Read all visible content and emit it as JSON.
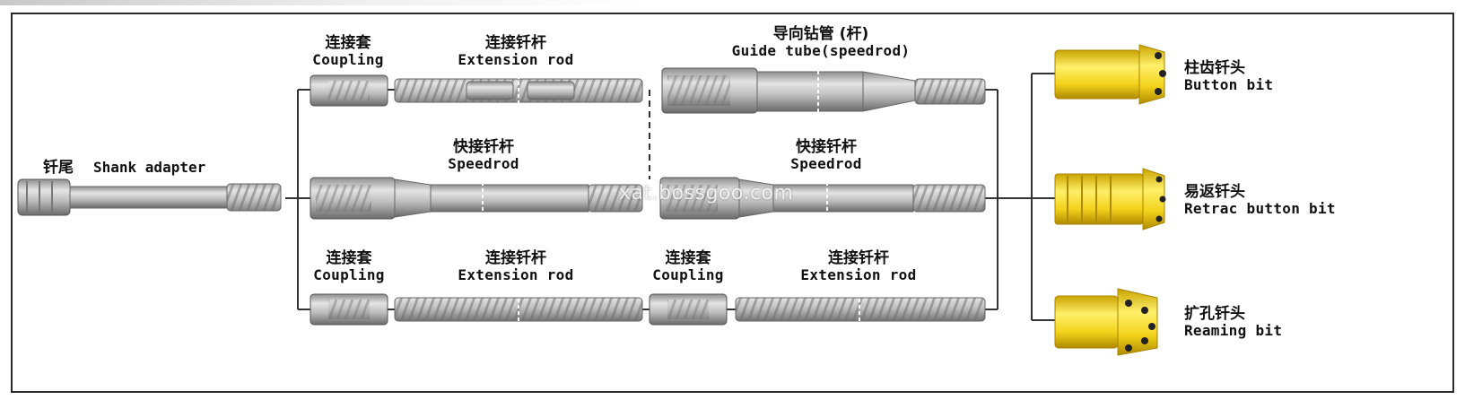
{
  "shank_adapter": {
    "cn": "钎尾",
    "en": "Shank adapter"
  },
  "row1": {
    "coupling": {
      "cn": "连接套",
      "en": "Coupling"
    },
    "extension_rod": {
      "cn": "连接钎杆",
      "en": "Extension rod"
    },
    "guide_tube": {
      "cn": "导向钻管 (杆)",
      "en": "Guide tube(speedrod)"
    }
  },
  "row2": {
    "speedrod_left": {
      "cn": "快接钎杆",
      "en": "Speedrod"
    },
    "speedrod_right": {
      "cn": "快接钎杆",
      "en": "Speedrod"
    }
  },
  "row3": {
    "coupling_a": {
      "cn": "连接套",
      "en": "Coupling"
    },
    "extension_rod_a": {
      "cn": "连接钎杆",
      "en": "Extension rod"
    },
    "coupling_b": {
      "cn": "连接套",
      "en": "Coupling"
    },
    "extension_rod_b": {
      "cn": "连接钎杆",
      "en": "Extension rod"
    }
  },
  "bits": {
    "button": {
      "cn": "柱齿钎头",
      "en": "Button bit"
    },
    "retrac": {
      "cn": "易返钎头",
      "en": "Retrac button bit"
    },
    "reaming": {
      "cn": "扩孔钎头",
      "en": "Reaming bit"
    }
  },
  "watermark": "xat.bossgoo.com",
  "colors": {
    "steel": "#b9b9b9",
    "steel_dark": "#6f6f6f",
    "gold": "#f2d21a",
    "gold_dark": "#c9a400",
    "line": "#333333"
  }
}
